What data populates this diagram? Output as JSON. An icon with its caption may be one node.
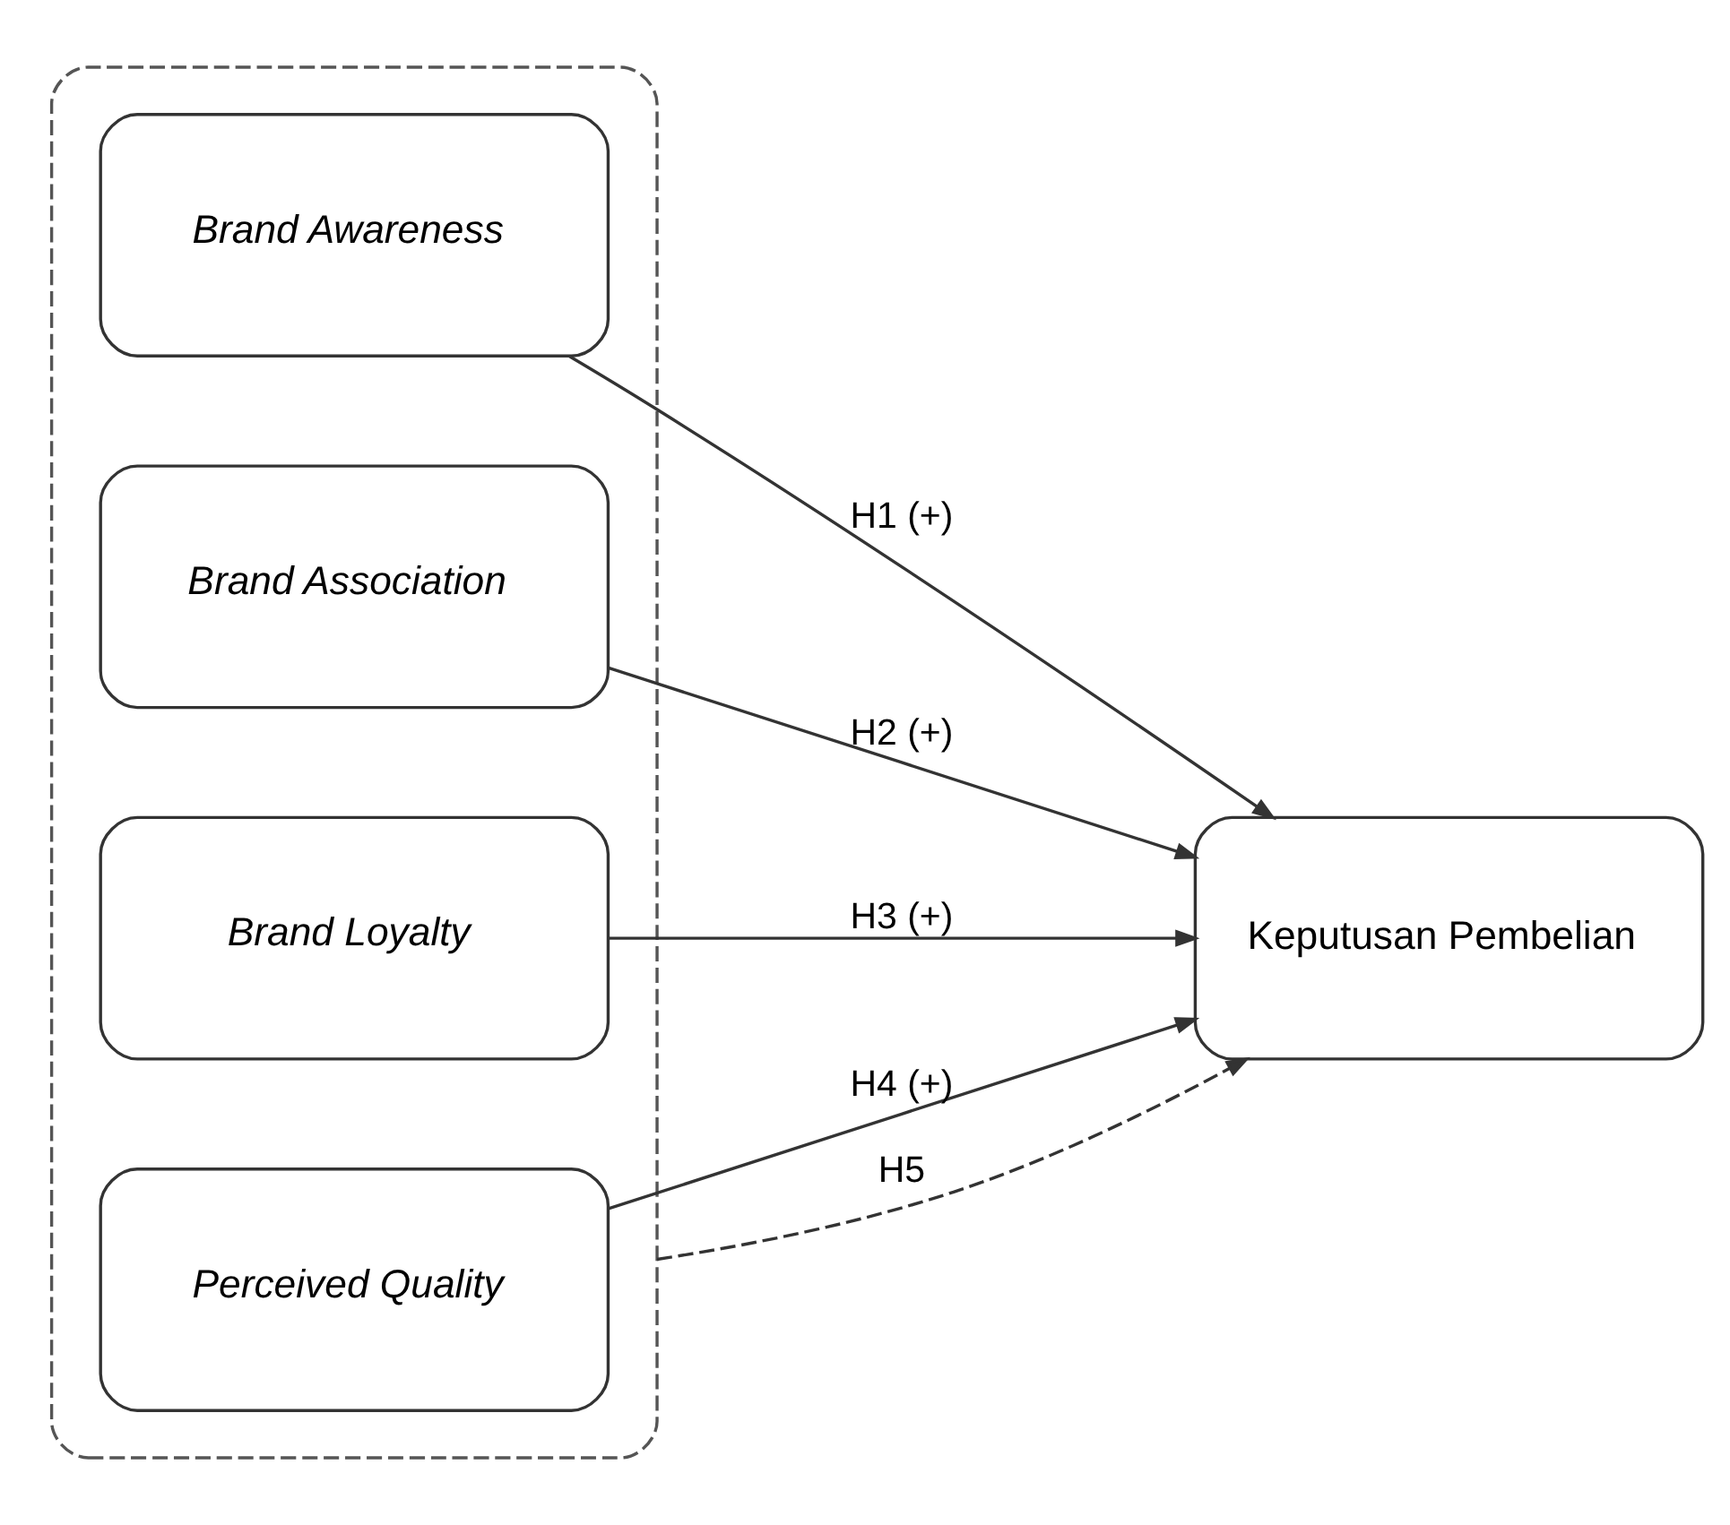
{
  "diagram": {
    "nodes": [
      {
        "text": [],
        "shape": "box"
      },
      {
        "text": [
          "Brand Awareness"
        ],
        "in": 0
      },
      {
        "text": [
          "Brand Association"
        ],
        "in": 0
      },
      {
        "text": [
          "Brand Loyalty"
        ],
        "in": 0
      },
      {
        "text": [
          "Perceived Quality"
        ],
        "in": 0
      },
      {
        "text": [
          "Keputusan Pembelian"
        ]
      }
    ],
    "edges": [
      {
        "from": 1,
        "to": 5,
        "arrow": "to",
        "label": "H1 (+)"
      },
      {
        "from": 2,
        "to": 5,
        "arrow": "to",
        "label": "H2 (+)"
      },
      {
        "from": 3,
        "to": 5,
        "arrow": "to",
        "label": "H3 (+)"
      },
      {
        "from": 4,
        "to": 5,
        "arrow": "to",
        "label": "H4 (+)"
      },
      {
        "from": 0,
        "to": 5,
        "arrow": "to",
        "label": "H5",
        "style": "dashed"
      }
    ]
  }
}
